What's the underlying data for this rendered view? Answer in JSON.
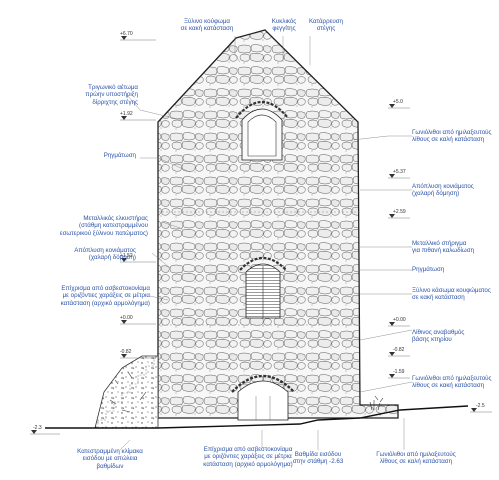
{
  "annotations": {
    "top_wood": "Ξύλινο κούφωμα\nσε κακή κατάσταση",
    "top_circular": "Κυκλικός\nφεγγίτης",
    "top_roof": "Κατάρρευση\nστέγης",
    "left_pediment": "Τριγωνικό αέτωμα\nπρώην υποστήριξη\nδίρριχτης στέγης",
    "left_crack": "Ρηγμάτωση",
    "left_metal": "Μεταλλικός ελκυστήρας\n(στάθμη κατεστραμμένου\nεσωτερικού ξύλινου πατώματος)",
    "left_mortar": "Απόπλυση κονιάματος\n(χαλαρή δόμηση)",
    "left_render": "Επίχρισμα από ασβεστοκονίαμα\nμε οριζόντιες χαράξεις σε μέτρια\nκατάσταση (αρχικό αρμολόγημα)",
    "right_corner1": "Γωνιόλιθοι από ημιλαξευτούς\nλίθους σε καλή κατάσταση",
    "right_mortar": "Απόπλυση κονιάματος\n(χαλαρή δόμηση)",
    "right_metal": "Μεταλλικό στήριγμα\nγια πιθανή καλωδίωση",
    "right_crack": "Ρηγμάτωση",
    "right_wood": "Ξύλινο κάσωμα κουφώματος\nσε κακή κατάσταση",
    "right_step": "Λίθινος αναβαθμός\nβάσης κτηρίου",
    "right_corner2": "Γωνιόλιθοι από ημιλαξευτούς\nλίθους σε κακή κατάσταση",
    "bottom_stair": "Κατεστραμμένη κλίμακα\nεισόδου με απώλεια\nβαθμίδων",
    "bottom_render": "Επίχρισμα από ασβεστοκονίαμα\nμε οριζόντιες χαράξεις σε μέτρια\nκατάσταση (αρχικό αρμολόγημα)",
    "bottom_step": "Βαθμίδα εισόδου\nστην στάθμη -2.63",
    "bottom_corner": "Γωνιόλιθοι από ημιλαξευτούς\nλίθους σε καλή κατάσταση"
  },
  "levels": {
    "l1": "+6.70",
    "l2": "+5.0",
    "l3": "+1.92",
    "l4": "+5.37",
    "l5": "+2.59",
    "l6": "+1.52",
    "l7": "+0.00",
    "l8": "+0.00",
    "l9": "-0.82",
    "l10": "-0.82",
    "l11": "-1.59",
    "l12": "-2.3",
    "l13": "-2.5"
  },
  "colors": {
    "label": "#2a52a8",
    "stone": "#444444",
    "leader": "#777777"
  }
}
